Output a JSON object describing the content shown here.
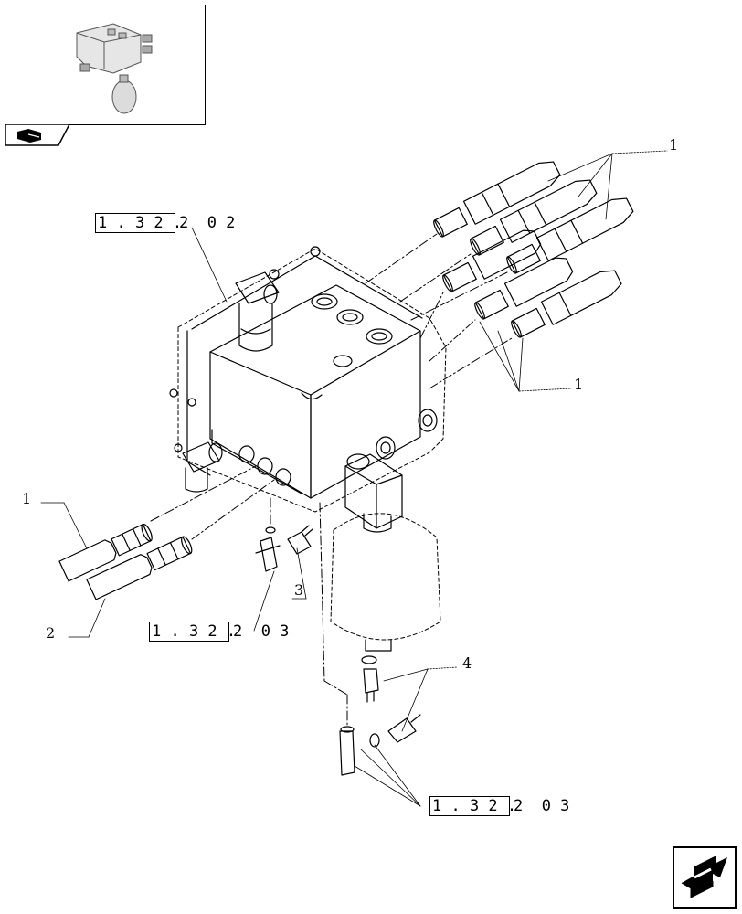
{
  "thumbnail": {
    "icon": "assembly-thumbnail-icon"
  },
  "nav": {
    "icon": "page-forward-arrow-icon"
  },
  "refs": [
    {
      "boxed": "1 . 3 2 .",
      "tail": "2  0 2"
    },
    {
      "boxed": "1 . 3 2 .",
      "tail": "2  0 3"
    },
    {
      "boxed": "1 . 3 2 .",
      "tail": "2  0 3"
    }
  ],
  "callouts": [
    {
      "label": "1"
    },
    {
      "label": "1"
    },
    {
      "label": "1"
    },
    {
      "label": "2"
    },
    {
      "label": "3"
    },
    {
      "label": "4"
    }
  ],
  "colors": {
    "line": "#000000",
    "background": "#ffffff"
  }
}
